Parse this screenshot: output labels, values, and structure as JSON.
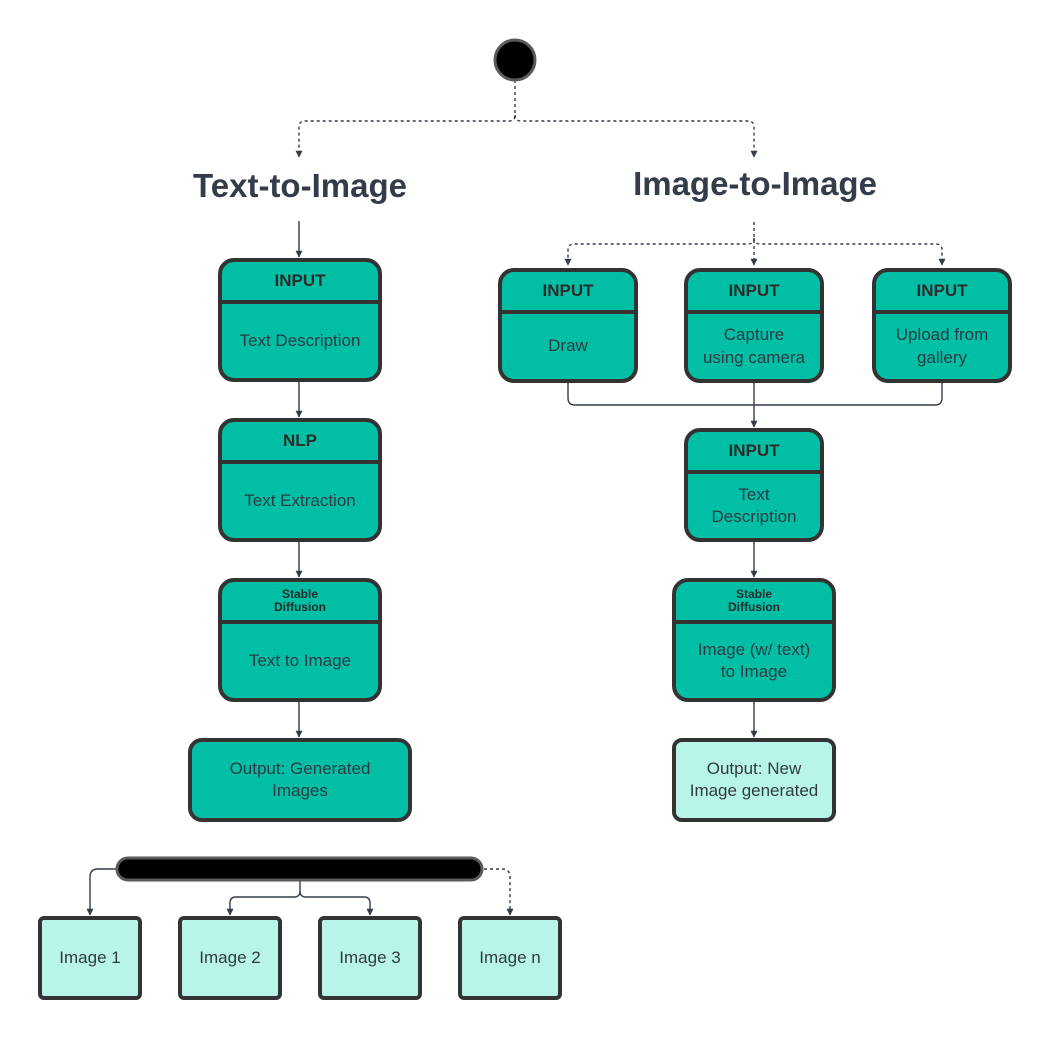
{
  "colors": {
    "node_fill": "#00bfa5",
    "output_fill_light": "#b8f5e8",
    "border": "#333333",
    "title_text": "#333c48"
  },
  "diagram": {
    "lanes": {
      "text_to_image": "Text-to-Image",
      "image_to_image": "Image-to-Image"
    },
    "text_to_image": {
      "input": {
        "header": "INPUT",
        "body": "Text Description"
      },
      "nlp": {
        "header": "NLP",
        "body": "Text Extraction"
      },
      "diffusion": {
        "header": "Stable\nDiffusion",
        "body": "Text to Image"
      },
      "output": "Output: Generated\nImages",
      "images": [
        "Image 1",
        "Image 2",
        "Image 3",
        "Image n"
      ]
    },
    "image_to_image": {
      "draw": {
        "header": "INPUT",
        "body": "Draw"
      },
      "camera": {
        "header": "INPUT",
        "body": "Capture\nusing camera"
      },
      "gallery": {
        "header": "INPUT",
        "body": "Upload from\ngallery"
      },
      "text_input": {
        "header": "INPUT",
        "body": "Text\nDescription"
      },
      "diffusion": {
        "header": "Stable\nDiffusion",
        "body": "Image (w/ text)\nto Image"
      },
      "output": "Output: New\nImage generated"
    }
  }
}
